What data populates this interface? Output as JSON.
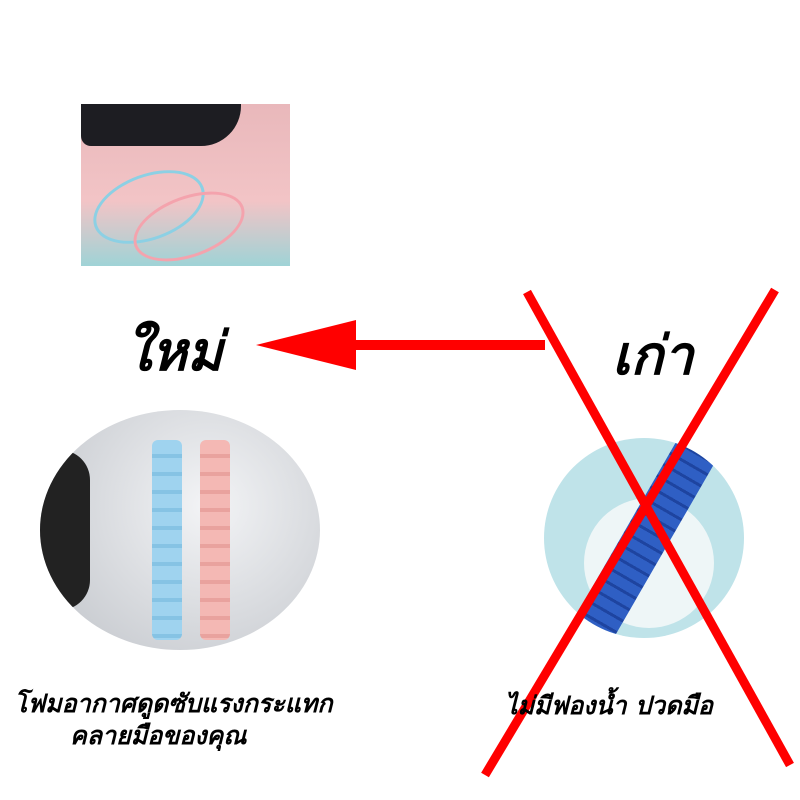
{
  "labels": {
    "new": "ใหม่",
    "old": "เก่า"
  },
  "captions": {
    "new_line1": "โฟมอากาศดูดซับแรงกระแทก",
    "new_line2": "คลายมือของคุณ",
    "old": "ไม่มีฟองน้ำ ปวดมือ"
  },
  "colors": {
    "arrow": "#ff0000",
    "cross": "#ff0000"
  }
}
